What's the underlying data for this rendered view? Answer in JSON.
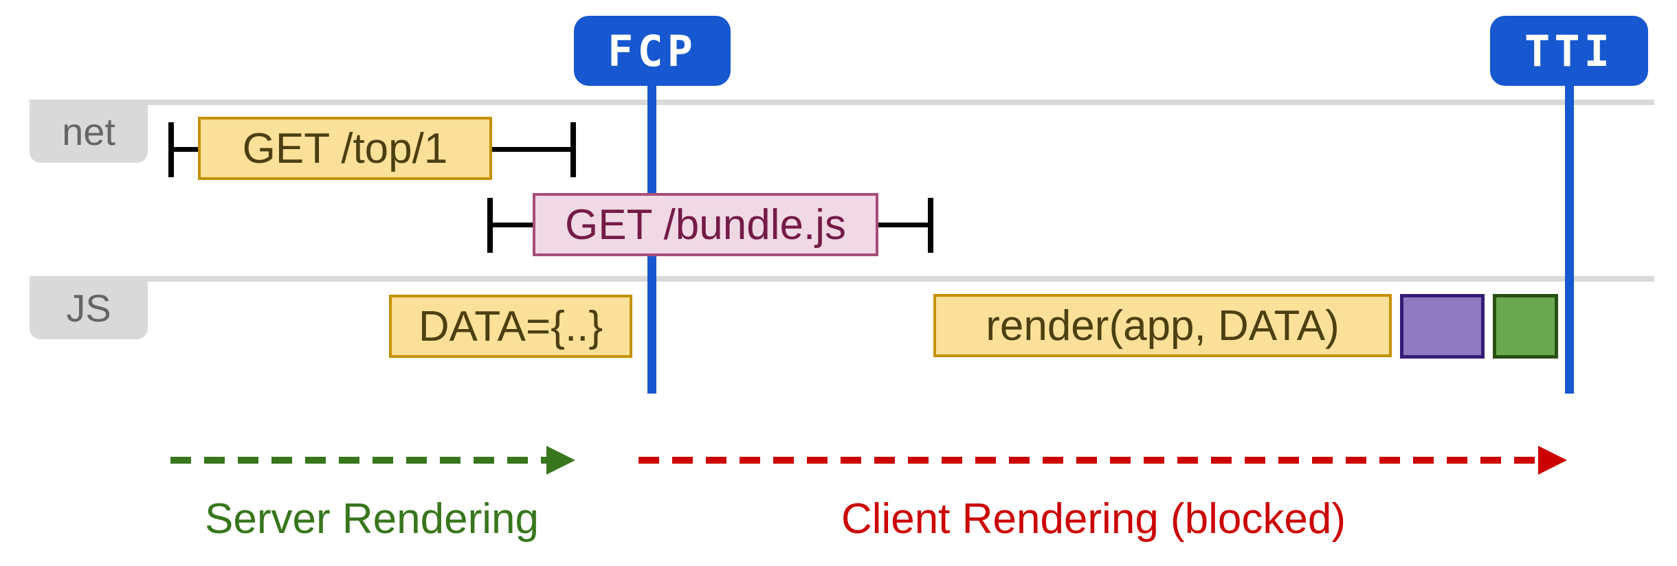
{
  "diagram": {
    "title_hint": "SSR with client rehydration performance timeline",
    "markers": [
      {
        "id": "fcp",
        "label": "FCP"
      },
      {
        "id": "tti",
        "label": "TTI"
      }
    ],
    "lanes": [
      {
        "id": "net",
        "label": "net"
      },
      {
        "id": "js",
        "label": "JS"
      }
    ],
    "network_requests": [
      {
        "lane": "net",
        "label": "GET /top/1"
      },
      {
        "lane": "net",
        "label": "GET /bundle.js"
      }
    ],
    "js_tasks": [
      {
        "label": "DATA={..}",
        "style": "yellow"
      },
      {
        "label": "render(app, DATA)",
        "style": "yellow"
      },
      {
        "label": "",
        "style": "purple"
      },
      {
        "label": "",
        "style": "green"
      }
    ],
    "phases": [
      {
        "label": "Server Rendering",
        "color": "#38761d"
      },
      {
        "label": "Client Rendering (blocked)",
        "color": "#cc0000"
      }
    ]
  },
  "colors": {
    "blue": "#1757d0",
    "gray": "#d9d9d9",
    "gray_text": "#666666",
    "yellow_fill": "#fbe09a",
    "yellow_border": "#c49102",
    "yellow_text": "#4c3f10",
    "pink_fill": "#f0d9e4",
    "pink_border": "#a64d79",
    "pink_text": "#741b47",
    "purple_fill": "#8e7cc3",
    "purple_border": "#351c75",
    "green_fill": "#6aa84f",
    "green_border": "#274e13",
    "server_green": "#38761d",
    "client_red": "#cc0000"
  }
}
